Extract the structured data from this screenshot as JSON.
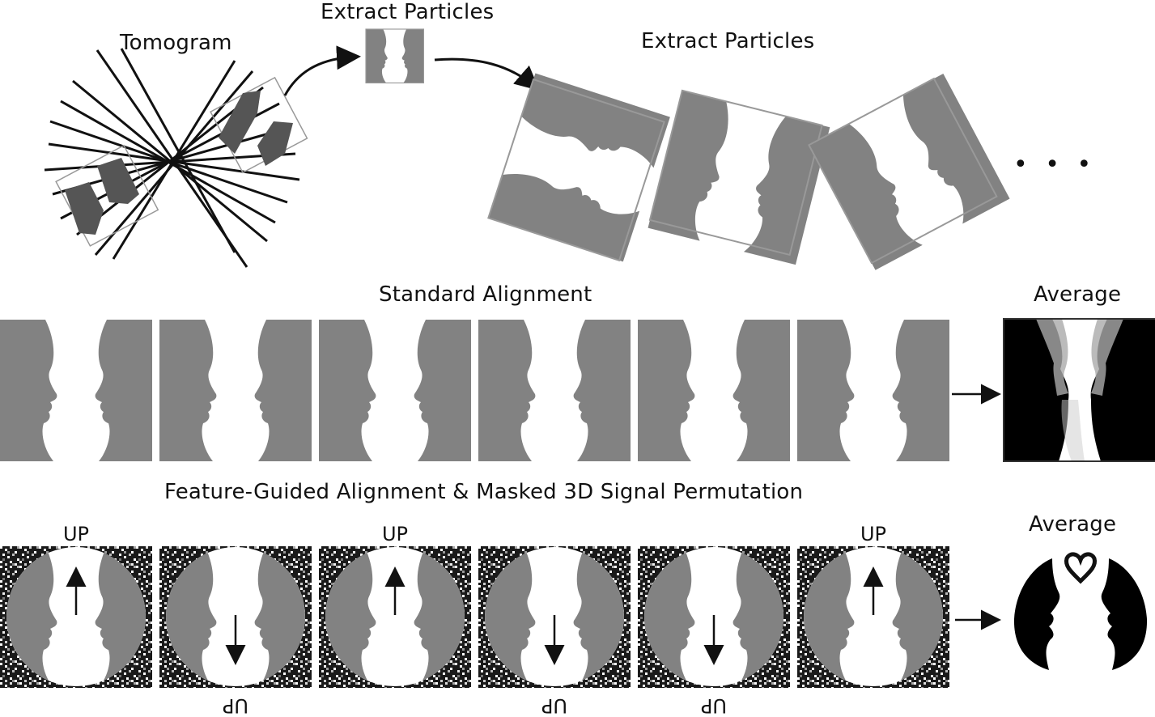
{
  "labels": {
    "tomogram": "Tomogram",
    "extract_top": "Extract Particles",
    "extract_right": "Extract Particles",
    "standard_alignment": "Standard Alignment",
    "average_standard": "Average",
    "feature_guided": "Feature-Guided Alignment & Masked 3D Signal Permutation",
    "average_feature": "Average",
    "up": "UP",
    "ellipsis": "• • •"
  },
  "panel_row_feature": {
    "orientations": [
      "up",
      "down",
      "up",
      "down",
      "down",
      "up"
    ]
  },
  "colors": {
    "face": "#828282",
    "dark_face": "#555555",
    "black": "#000000",
    "background": "#ffffff"
  }
}
